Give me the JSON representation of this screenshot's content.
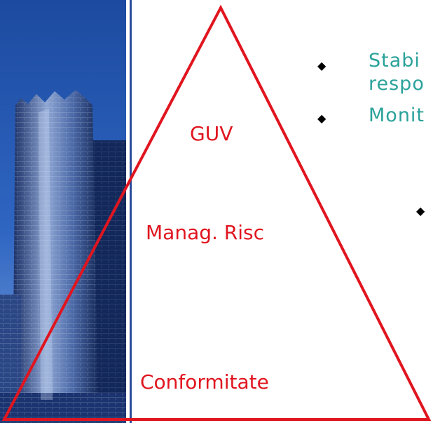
{
  "bullets": [
    {
      "line1": "Stabi",
      "line2": "respo"
    },
    {
      "line1": "Monit"
    }
  ],
  "pyramid": {
    "top_label": "GUV",
    "middle_label": "Manag. Risc",
    "bottom_label": "Conformitate"
  },
  "colors": {
    "triangle": "#e0151f",
    "accent_text": "#2aa29a",
    "divider": "#2a4d9a"
  }
}
